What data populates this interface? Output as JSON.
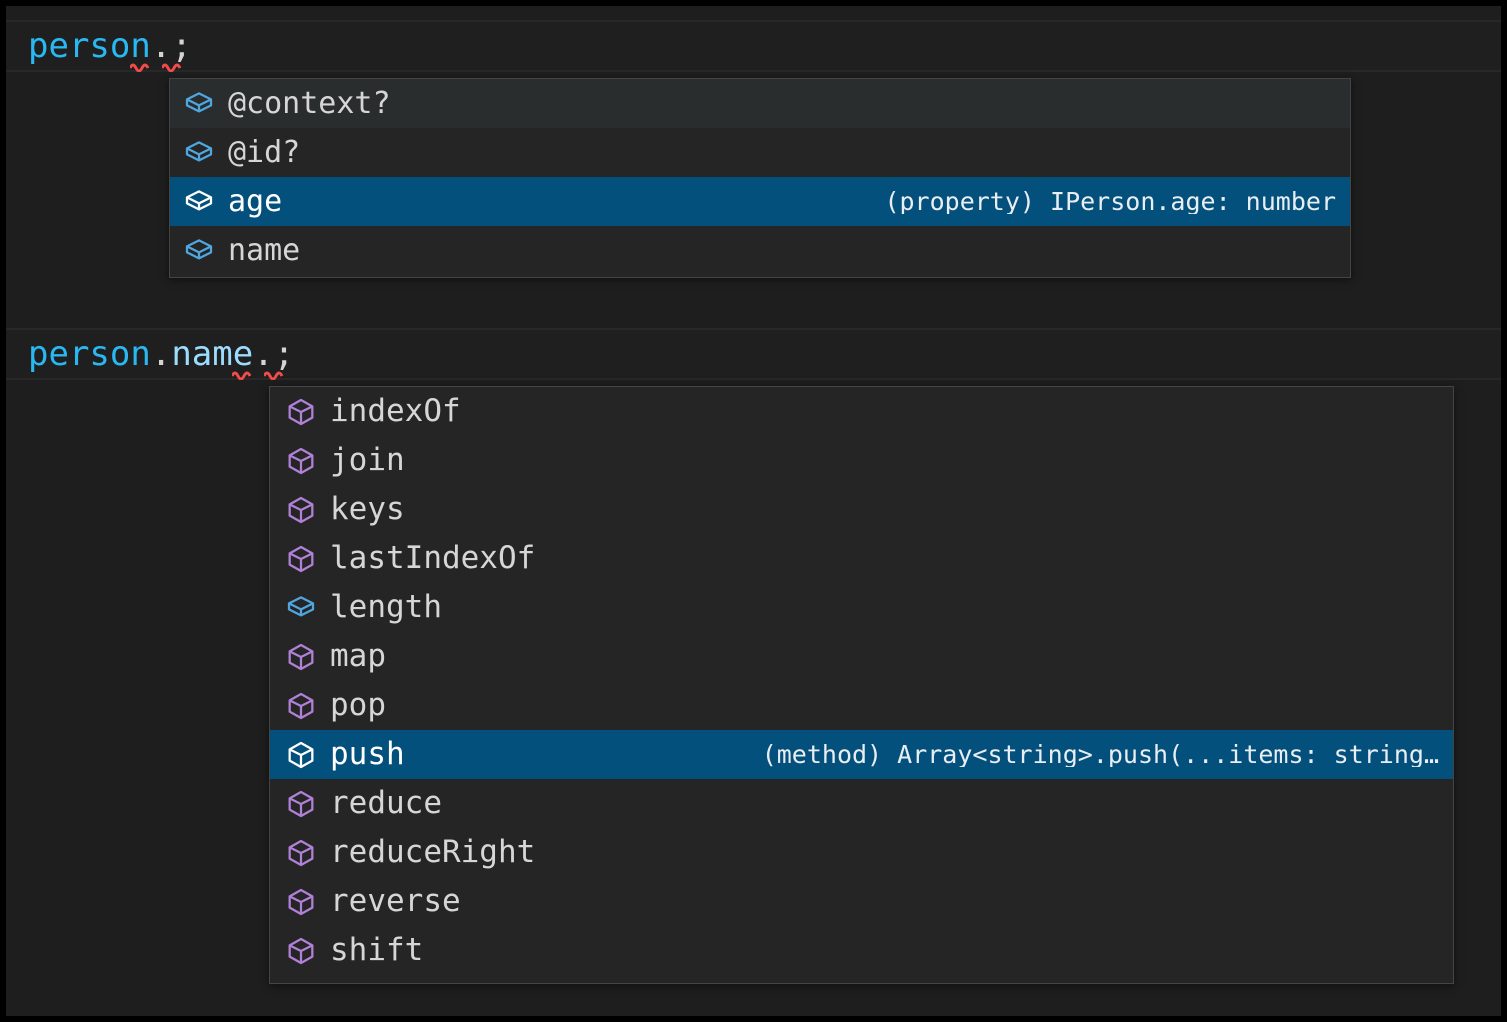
{
  "editor": {
    "theme_colors": {
      "background": "#1e1e1e",
      "line_highlight": "#1f1f1f",
      "selection_blue": "#04507d",
      "widget_background": "#252526",
      "widget_border": "#454545",
      "identifier_blue": "#29b8f2",
      "property_blue": "#9cdcfe",
      "punctuation": "#d4d4d4",
      "error_squiggle_red": "#f14c4c",
      "method_icon_purple": "#b180d7",
      "field_icon_blue": "#4fa6e0"
    },
    "lines": [
      {
        "name": "code-line-1",
        "tokens": [
          {
            "text": "person",
            "kind": "identifier"
          },
          {
            "text": ".",
            "kind": "punctuation"
          },
          {
            "text": ";",
            "kind": "punctuation"
          }
        ],
        "plain": "person.;"
      },
      {
        "name": "code-line-2",
        "tokens": [
          {
            "text": "person",
            "kind": "identifier"
          },
          {
            "text": ".",
            "kind": "punctuation"
          },
          {
            "text": "name",
            "kind": "property"
          },
          {
            "text": ".",
            "kind": "punctuation"
          },
          {
            "text": ";",
            "kind": "punctuation"
          }
        ],
        "plain": "person.name.;"
      }
    ]
  },
  "suggest_widget_1": {
    "name": "suggestion-list-person",
    "items": [
      {
        "label": "@context?",
        "icon": "field-cube-icon",
        "icon_color": "blue",
        "detail": "",
        "focused": false,
        "hovered": true
      },
      {
        "label": "@id?",
        "icon": "field-cube-icon",
        "icon_color": "blue",
        "detail": "",
        "focused": false,
        "hovered": false
      },
      {
        "label": "age",
        "icon": "field-cube-icon",
        "icon_color": "white",
        "detail": "(property) IPerson.age: number",
        "focused": true,
        "hovered": false
      },
      {
        "label": "name",
        "icon": "field-cube-icon",
        "icon_color": "blue",
        "detail": "",
        "focused": false,
        "hovered": false
      }
    ]
  },
  "suggest_widget_2": {
    "name": "suggestion-list-person-name",
    "items": [
      {
        "label": "indexOf",
        "icon": "method-cube-icon",
        "icon_color": "purple",
        "detail": "",
        "focused": false
      },
      {
        "label": "join",
        "icon": "method-cube-icon",
        "icon_color": "purple",
        "detail": "",
        "focused": false
      },
      {
        "label": "keys",
        "icon": "method-cube-icon",
        "icon_color": "purple",
        "detail": "",
        "focused": false
      },
      {
        "label": "lastIndexOf",
        "icon": "method-cube-icon",
        "icon_color": "purple",
        "detail": "",
        "focused": false
      },
      {
        "label": "length",
        "icon": "field-cube-icon",
        "icon_color": "blue",
        "detail": "",
        "focused": false
      },
      {
        "label": "map",
        "icon": "method-cube-icon",
        "icon_color": "purple",
        "detail": "",
        "focused": false
      },
      {
        "label": "pop",
        "icon": "method-cube-icon",
        "icon_color": "purple",
        "detail": "",
        "focused": false
      },
      {
        "label": "push",
        "icon": "method-cube-icon",
        "icon_color": "white",
        "detail": "(method) Array<string>.push(...items: string…",
        "focused": true
      },
      {
        "label": "reduce",
        "icon": "method-cube-icon",
        "icon_color": "purple",
        "detail": "",
        "focused": false
      },
      {
        "label": "reduceRight",
        "icon": "method-cube-icon",
        "icon_color": "purple",
        "detail": "",
        "focused": false
      },
      {
        "label": "reverse",
        "icon": "method-cube-icon",
        "icon_color": "purple",
        "detail": "",
        "focused": false
      },
      {
        "label": "shift",
        "icon": "method-cube-icon",
        "icon_color": "purple",
        "detail": "",
        "focused": false
      }
    ]
  }
}
